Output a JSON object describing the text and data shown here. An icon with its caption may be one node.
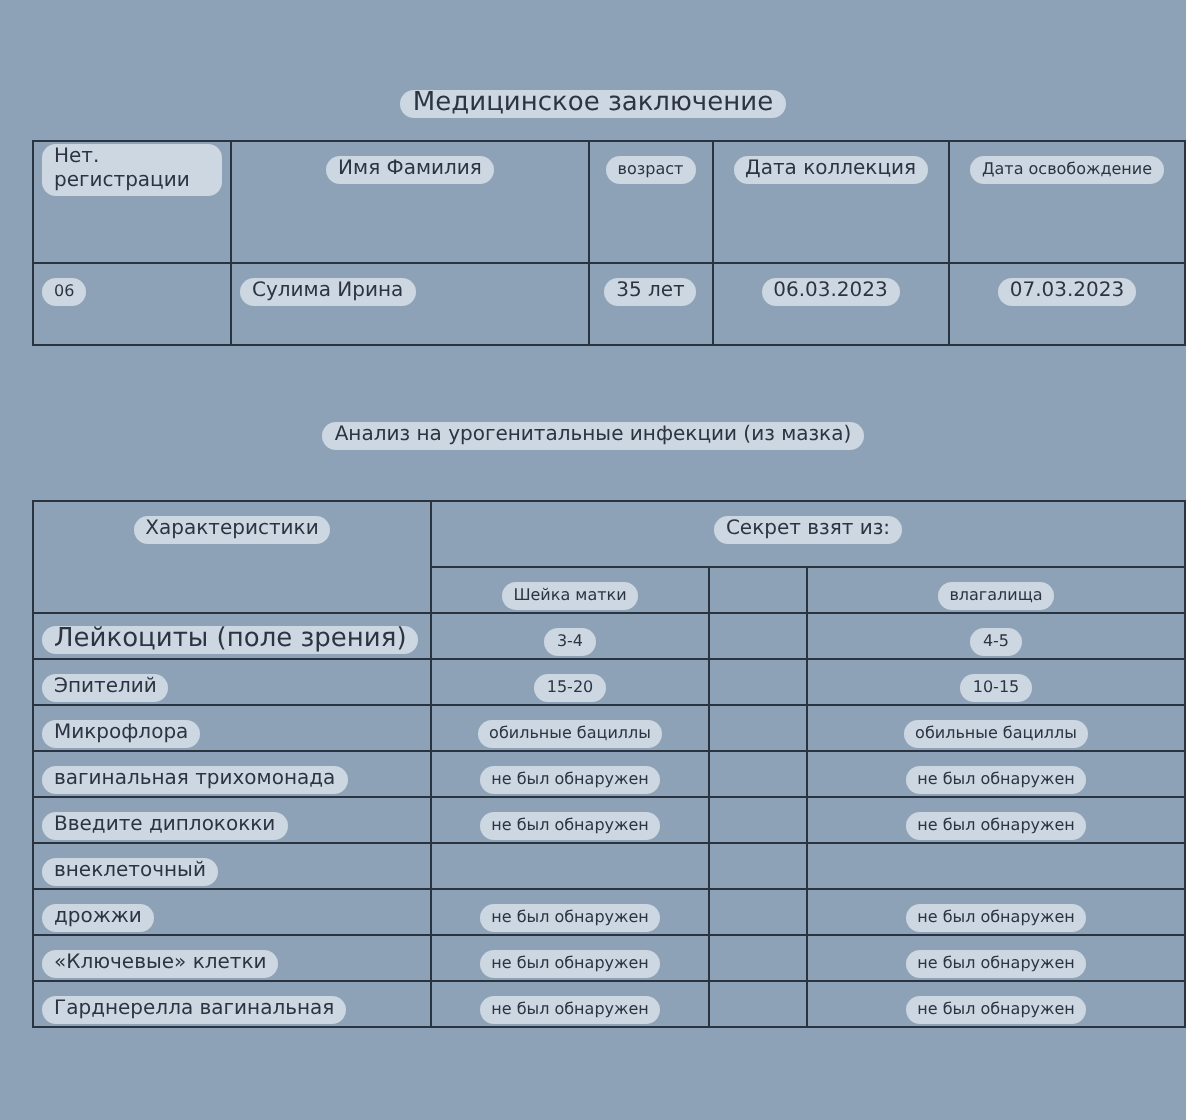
{
  "diagram": {
    "title": "Медицинское заключение",
    "labels": [
      "Нет. регистрации",
      "Имя Фамилия",
      "возраст",
      "Дата коллекция",
      "Дата освобождение",
      "06",
      "Сулима Ирина",
      "35 лет",
      "06.03.2023",
      "07.03.2023",
      "Анализ на урогенитальные инфекции (из мазка)",
      "Характеристики",
      "Секрет взят из:",
      "Шейка матки",
      "влагалища",
      "Лейкоциты (поле зрения)",
      "3-4",
      "4-5",
      "Эпителий",
      "15-20",
      "10-15",
      "Микрофлора",
      "обильные бациллы",
      "обильные бациллы",
      "вагинальная трихомонада",
      "не был обнаружен",
      "не был обнаружен",
      "Введите диплококки",
      "не был обнаружен",
      "не был обнаружен",
      "внеклеточный",
      "дрожжи",
      "не был обнаружен",
      "не был обнаружен",
      "«Ключевые» клетки",
      "не был обнаружен",
      "не был обнаружен",
      "Гарднерелла вагинальная",
      "не был обнаружен",
      "не был обнаружен"
    ]
  }
}
